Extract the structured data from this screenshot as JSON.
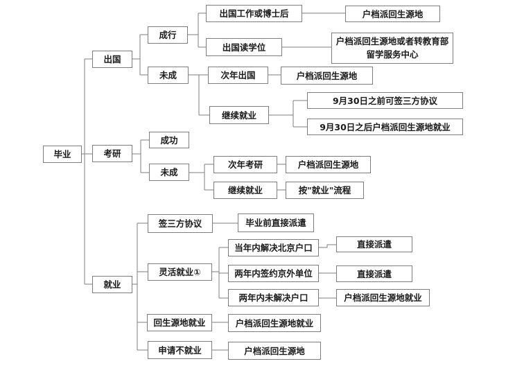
{
  "diagram": {
    "type": "flowchart",
    "language": "zh-CN",
    "background_color": "#ffffff",
    "box_border_color": "#7d7d7d",
    "line_color": "#7d7d7d",
    "text_color": "#1a1a1a",
    "nodes": {
      "biye": {
        "label": "毕业"
      },
      "chuguo": {
        "label": "出国"
      },
      "kaoyan": {
        "label": "考研"
      },
      "jiuye": {
        "label": "就业"
      },
      "chengxing": {
        "label": "成行"
      },
      "weicheng1": {
        "label": "未成"
      },
      "chenggong": {
        "label": "成功"
      },
      "weicheng2": {
        "label": "未成"
      },
      "chuguo_gongzuo": {
        "label": "出国工作或博士后"
      },
      "chuguo_xuewei": {
        "label": "出国读学位"
      },
      "cinian_chuguo": {
        "label": "次年出国"
      },
      "jixu_jiuye1": {
        "label": "继续就业"
      },
      "hudang1": {
        "label": "户档派回生源地"
      },
      "hudang_jiaoyubu": {
        "label": "户档派回生源地或者转教育部留学服务中心"
      },
      "hudang2": {
        "label": "户档派回生源地"
      },
      "sep30_before": {
        "label": "9月30日之前可签三方协议"
      },
      "sep30_after": {
        "label": "9月30日之后户档派回生源地就业"
      },
      "cinian_kaoyan": {
        "label": "次年考研"
      },
      "hudang3": {
        "label": "户档派回生源地"
      },
      "jixu_jiuye2": {
        "label": "继续就业"
      },
      "an_jiuye": {
        "label": "按\"就业\"流程"
      },
      "qian_sanfang": {
        "label": "签三方协议"
      },
      "biye_paiqian": {
        "label": "毕业前直接派遣"
      },
      "linghuo": {
        "label": "灵活就业①"
      },
      "dangnian_bj": {
        "label": "当年内解决北京户口"
      },
      "liangnian_qianyue": {
        "label": "两年内签约京外单位"
      },
      "liangnian_wei": {
        "label": "两年内未解决户口"
      },
      "hui_shengyuandi": {
        "label": "回生源地就业"
      },
      "hudang_jiuye1": {
        "label": "户档派回生源地就业"
      },
      "shenqing_bu": {
        "label": "申请不就业"
      },
      "hudang4": {
        "label": "户档派回生源地"
      },
      "zhijie1": {
        "label": "直接派遣"
      },
      "zhijie2": {
        "label": "直接派遣"
      },
      "hudang_jiuye2": {
        "label": "户档派回生源地就业"
      }
    },
    "edges": [
      {
        "from": "biye",
        "to": "chuguo"
      },
      {
        "from": "biye",
        "to": "kaoyan"
      },
      {
        "from": "biye",
        "to": "jiuye"
      },
      {
        "from": "chuguo",
        "to": "chengxing"
      },
      {
        "from": "chuguo",
        "to": "weicheng1"
      },
      {
        "from": "chengxing",
        "to": "chuguo_gongzuo"
      },
      {
        "from": "chengxing",
        "to": "chuguo_xuewei"
      },
      {
        "from": "chuguo_gongzuo",
        "to": "hudang1"
      },
      {
        "from": "chuguo_xuewei",
        "to": "hudang_jiaoyubu"
      },
      {
        "from": "weicheng1",
        "to": "cinian_chuguo"
      },
      {
        "from": "weicheng1",
        "to": "jixu_jiuye1"
      },
      {
        "from": "cinian_chuguo",
        "to": "hudang2"
      },
      {
        "from": "jixu_jiuye1",
        "to": "sep30_before"
      },
      {
        "from": "jixu_jiuye1",
        "to": "sep30_after"
      },
      {
        "from": "kaoyan",
        "to": "chenggong"
      },
      {
        "from": "kaoyan",
        "to": "weicheng2"
      },
      {
        "from": "weicheng2",
        "to": "cinian_kaoyan"
      },
      {
        "from": "weicheng2",
        "to": "jixu_jiuye2"
      },
      {
        "from": "cinian_kaoyan",
        "to": "hudang3"
      },
      {
        "from": "jixu_jiuye2",
        "to": "an_jiuye"
      },
      {
        "from": "jiuye",
        "to": "qian_sanfang"
      },
      {
        "from": "jiuye",
        "to": "linghuo"
      },
      {
        "from": "jiuye",
        "to": "hui_shengyuandi"
      },
      {
        "from": "jiuye",
        "to": "shenqing_bu"
      },
      {
        "from": "qian_sanfang",
        "to": "biye_paiqian"
      },
      {
        "from": "linghuo",
        "to": "dangnian_bj"
      },
      {
        "from": "linghuo",
        "to": "liangnian_qianyue"
      },
      {
        "from": "linghuo",
        "to": "liangnian_wei"
      },
      {
        "from": "dangnian_bj",
        "to": "zhijie1"
      },
      {
        "from": "liangnian_qianyue",
        "to": "zhijie2"
      },
      {
        "from": "liangnian_wei",
        "to": "hudang_jiuye2"
      },
      {
        "from": "hui_shengyuandi",
        "to": "hudang_jiuye1"
      },
      {
        "from": "shenqing_bu",
        "to": "hudang4"
      }
    ]
  }
}
